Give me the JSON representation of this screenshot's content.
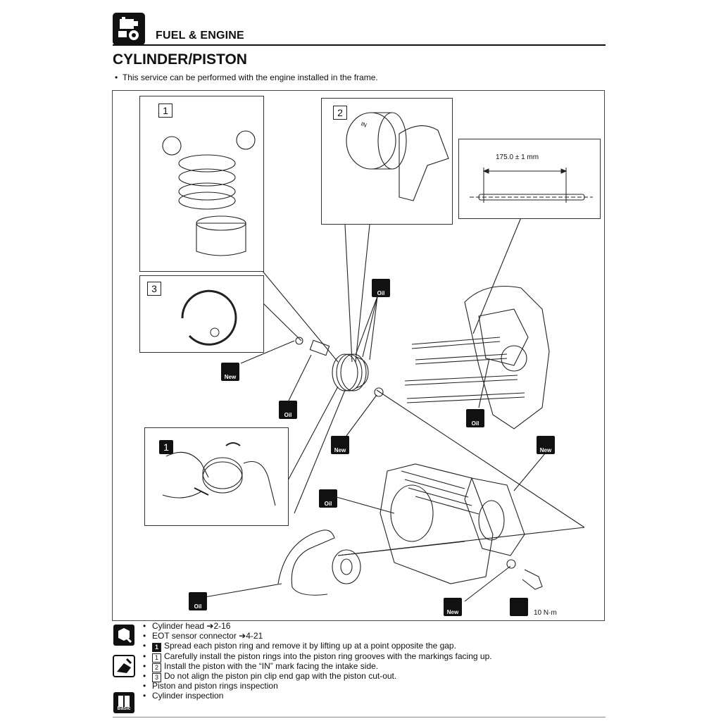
{
  "header": {
    "section": "FUEL & ENGINE",
    "section_icon": "engine-icon",
    "title": "CYLINDER/PISTON",
    "note": "This service can be performed with the engine installed in the frame."
  },
  "diagram": {
    "inset_labels": {
      "inset1": "1",
      "inset2": "2",
      "inset3": "3",
      "inset1b": "1"
    },
    "dimension": "175.0 ± 1 mm",
    "torque": "10 N·m",
    "badges": {
      "new": "New",
      "oil": "Oil"
    }
  },
  "footer": {
    "icons": [
      "removal-icon",
      "installation-icon",
      "basic-book-icon"
    ],
    "basic_label": "Basic",
    "lines": [
      {
        "prefix": "",
        "text": "Cylinder head ",
        "ref": "2-16"
      },
      {
        "prefix": "",
        "text": "EOT sensor connector ",
        "ref": "4-21"
      },
      {
        "prefix": "1",
        "prefix_style": "filled",
        "text": "Spread each piston ring and remove it by lifting up at a point opposite the gap."
      },
      {
        "prefix": "1",
        "prefix_style": "outline",
        "text": "Carefully install the piston rings into the piston ring grooves with the markings facing up."
      },
      {
        "prefix": "2",
        "prefix_style": "outline",
        "text": "Install the piston with the “IN” mark facing the intake side."
      },
      {
        "prefix": "3",
        "prefix_style": "outline",
        "text": "Do not align the piston pin clip end gap with the piston cut-out."
      },
      {
        "prefix": "",
        "text": "Piston and piston rings inspection"
      },
      {
        "prefix": "",
        "text": "Cylinder inspection"
      }
    ]
  }
}
